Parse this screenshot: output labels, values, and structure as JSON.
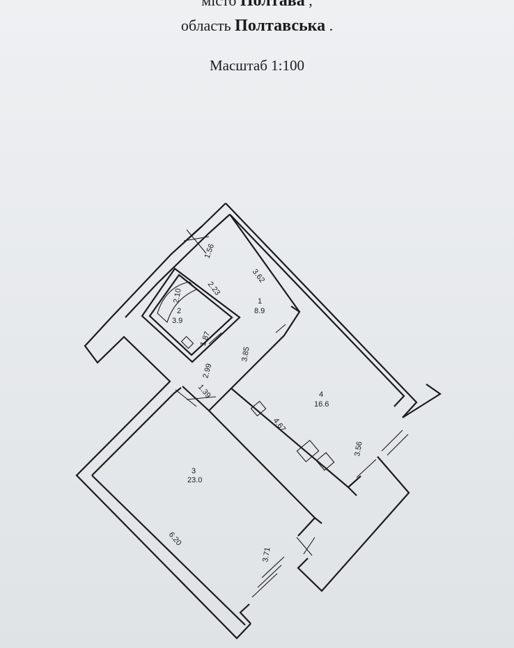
{
  "header": {
    "city_prefix": "місто",
    "city": "Полтава",
    "city_suffix": " ,",
    "region_prefix": "область",
    "region": "Полтавська",
    "region_suffix": " .",
    "scale": "Масштаб 1:100"
  },
  "rooms": [
    {
      "number": "1",
      "area": "8.9"
    },
    {
      "number": "2",
      "area": "3.9"
    },
    {
      "number": "3",
      "area": "23.0"
    },
    {
      "number": "4",
      "area": "16.6"
    }
  ],
  "dimensions": {
    "d156": "1.56",
    "d362": "3.62",
    "d223": "2.23",
    "d210": "2.10",
    "d187": "1.87",
    "d299": "2.99",
    "d385": "3.85",
    "d139": "1.39",
    "d467": "4.67",
    "d356": "3.56",
    "d620": "6.20",
    "d371": "3.71"
  }
}
